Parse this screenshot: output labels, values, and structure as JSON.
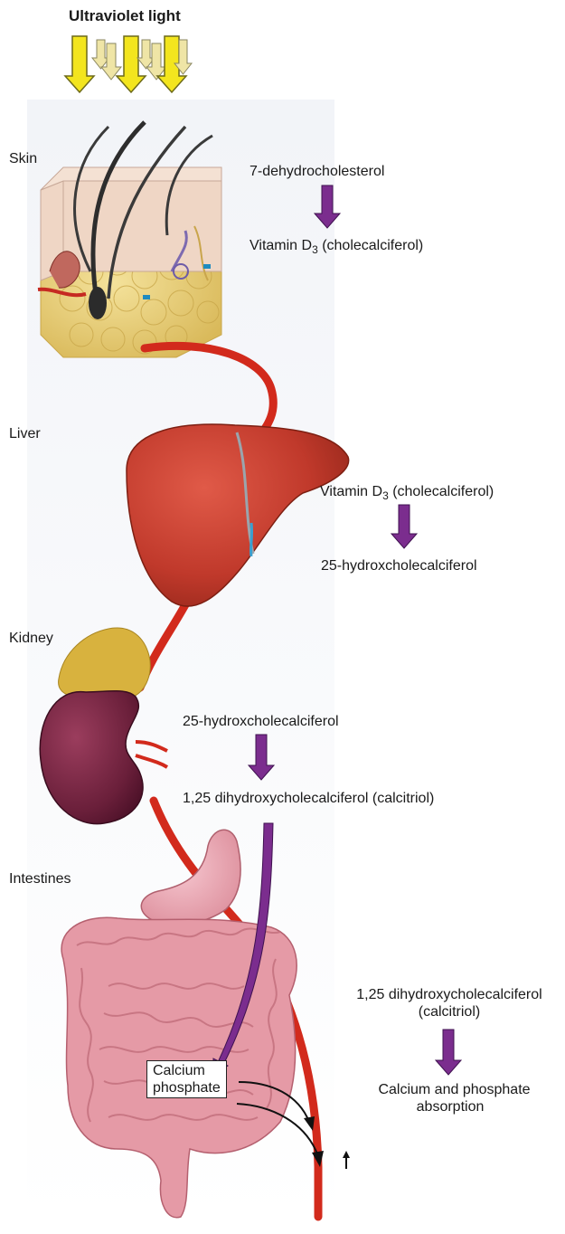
{
  "title": "Ultraviolet light",
  "organs": {
    "skin": "Skin",
    "liver": "Liver",
    "kidney": "Kidney",
    "intestines": "Intestines"
  },
  "skin_step": {
    "from": "7-dehydrocholesterol",
    "to_main": "Vitamin D",
    "to_sub": "3",
    "to_suffix": " (cholecalciferol)"
  },
  "liver_step": {
    "from_main": "Vitamin D",
    "from_sub": "3",
    "from_suffix": " (cholecalciferol)",
    "to": "25-hydroxcholecalciferol"
  },
  "kidney_step": {
    "from": "25-hydroxcholecalciferol",
    "to": "1,25 dihydroxycholecalciferol (calcitriol)"
  },
  "intestine_box": {
    "line1": "Calcium",
    "line2": "phosphate"
  },
  "intestine_step": {
    "from_line1": "1,25 dihydroxycholecalciferol",
    "from_line2": "(calcitriol)",
    "to_arrow": "↑",
    "to_line1": "Calcium and phosphate",
    "to_line2": "absorption"
  },
  "colors": {
    "uv_arrow": "#f3e51e",
    "uv_arrow_light": "#efe5a6",
    "process_arrow": "#7b2d8e",
    "blood_vessel": "#d22a1c",
    "liver": "#c0392b",
    "kidney": "#6a1f3a",
    "fat": "#ecd27a",
    "skin": "#efd6c5",
    "intestine": "#e59aa6",
    "stomach": "#e8a9b4"
  }
}
